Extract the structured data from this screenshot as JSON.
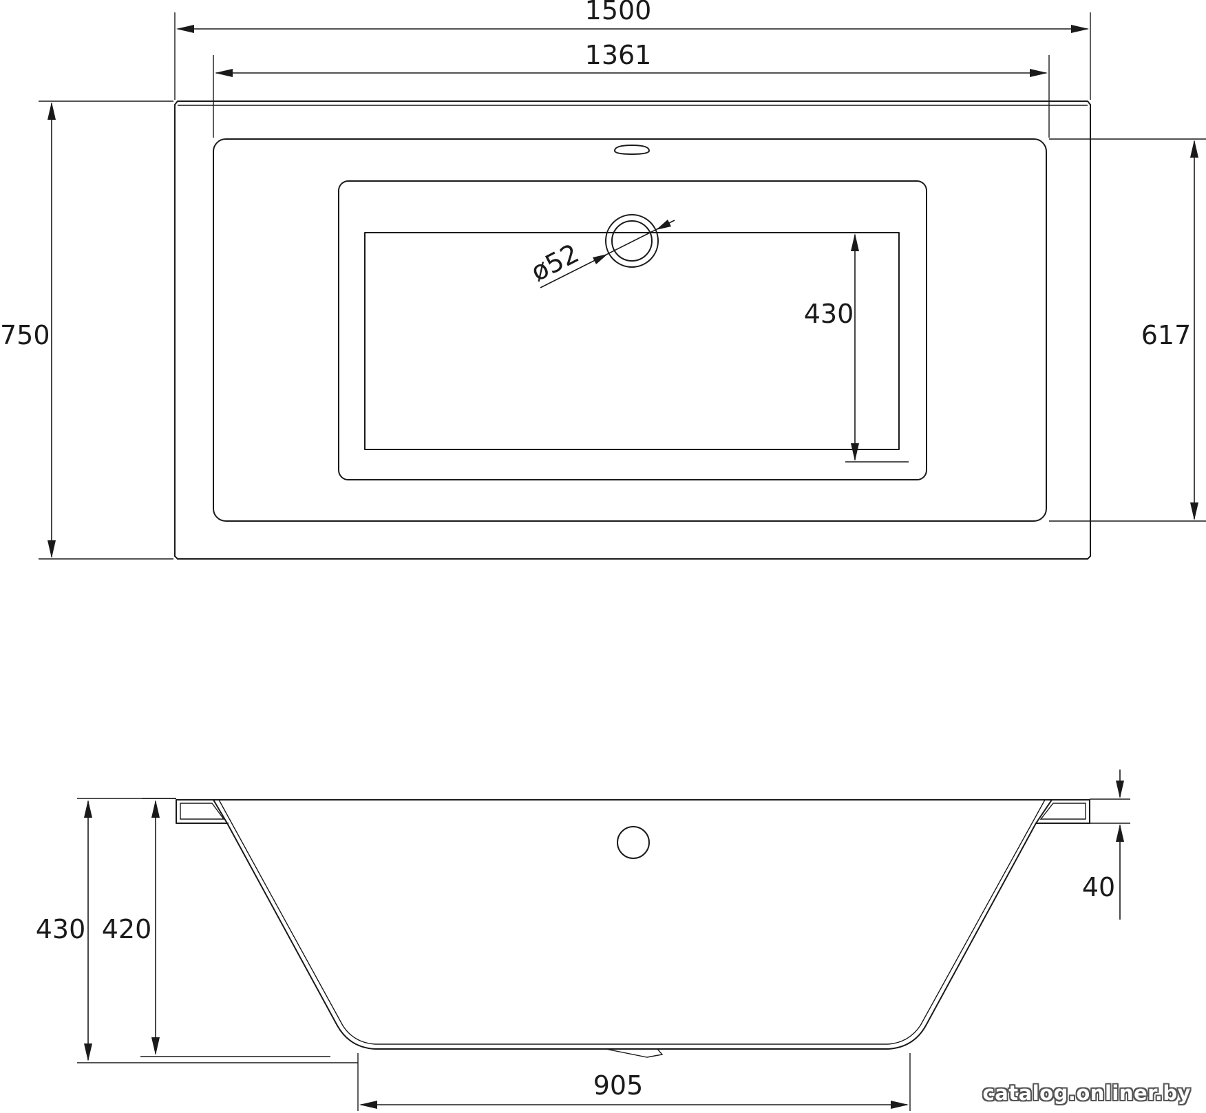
{
  "drawing": {
    "top_view": {
      "overall_length": "1500",
      "inner_length": "1361",
      "overall_width": "750",
      "inner_width": "617",
      "floor_width": "430",
      "drain_diameter": "ø52"
    },
    "side_view": {
      "total_height": "430",
      "inner_depth": "420",
      "rim_thickness": "40",
      "bottom_length": "905"
    }
  },
  "watermark": "catalog.onliner.by"
}
